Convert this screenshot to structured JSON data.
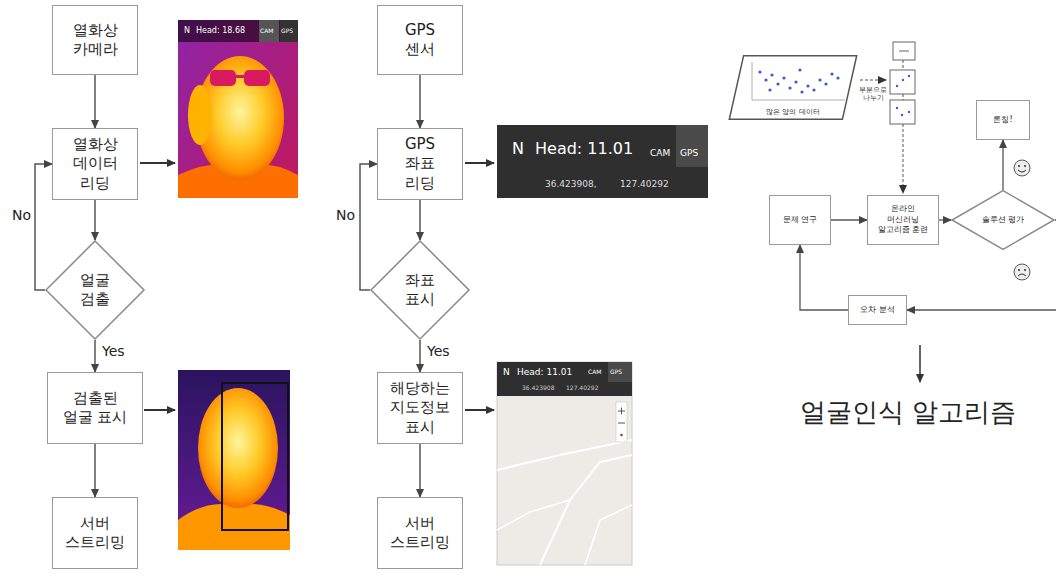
{
  "diagram": {
    "nodes": [
      {
        "text": [
          "열화상 카메라"
        ]
      },
      {
        "text": [
          "열화상 데이터 리딩"
        ]
      },
      {
        "text": [
          "얼굴 검출"
        ]
      },
      {
        "text": [
          "검출된 얼굴 표시"
        ]
      },
      {
        "text": [
          "서버 스트리밍"
        ]
      },
      {
        "text": [
          "GPS 센서"
        ]
      },
      {
        "text": [
          "GPS 좌표 리딩"
        ]
      },
      {
        "text": [
          "좌표 표시"
        ]
      },
      {
        "text": [
          "해당하는 지도정보 표시"
        ]
      },
      {
        "text": [
          "서버 스트리밍"
        ]
      },
      {
        "text": [
          "많은 양의 데이터"
        ]
      },
      {
        "text": [
          "문제 연구"
        ]
      },
      {
        "text": [
          "온라인 머신러닝 알고리즘 훈련"
        ]
      },
      {
        "text": [
          "솔루션 평가"
        ]
      },
      {
        "text": [
          "론칭!"
        ]
      },
      {
        "text": [
          "오차 분석"
        ]
      }
    ],
    "edges": [
      {
        "from": 0,
        "to": 1,
        "arrow": "to"
      },
      {
        "from": 1,
        "to": 2,
        "arrow": "to"
      },
      {
        "from": 2,
        "to": 3,
        "label": "Yes",
        "arrow": "to"
      },
      {
        "from": 2,
        "to": 1,
        "label": "No",
        "arrow": "to"
      },
      {
        "from": 3,
        "to": 4,
        "arrow": "to"
      },
      {
        "from": 5,
        "to": 6,
        "arrow": "to"
      },
      {
        "from": 6,
        "to": 7,
        "arrow": "to"
      },
      {
        "from": 7,
        "to": 8,
        "label": "Yes",
        "arrow": "to"
      },
      {
        "from": 7,
        "to": 6,
        "label": "No",
        "arrow": "to"
      },
      {
        "from": 8,
        "to": 9,
        "arrow": "to"
      },
      {
        "from": 11,
        "to": 12,
        "arrow": "to"
      },
      {
        "from": 12,
        "to": 13,
        "arrow": "to"
      },
      {
        "from": 13,
        "to": 14,
        "arrow": "to"
      },
      {
        "from": 13,
        "to": 15,
        "arrow": "to"
      },
      {
        "from": 15,
        "to": 11,
        "arrow": "to"
      }
    ],
    "labels": [
      "N",
      "Head: 18.68",
      "CAM",
      "GPS",
      "N",
      "Head: 11.01",
      "CAM",
      "GPS",
      "36.423908,",
      "127.40292",
      "N",
      "Head: 11.01",
      "CAM",
      "GPS",
      "36.423908",
      "127.40292",
      "부분으로 나누기",
      "얼굴인식 알고리즘"
    ]
  }
}
